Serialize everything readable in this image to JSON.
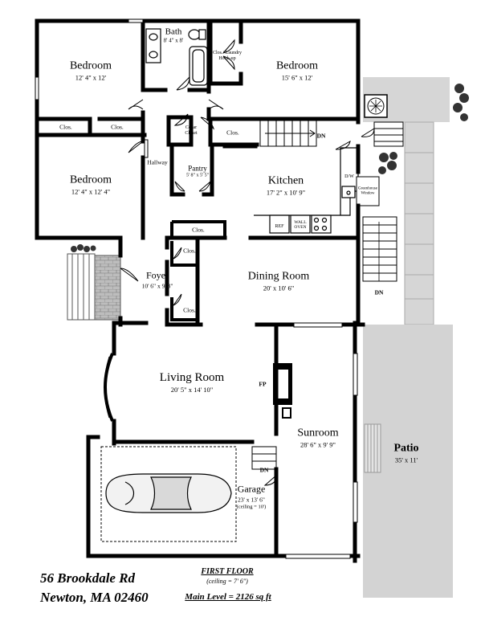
{
  "address": {
    "line1": "56 Brookdale Rd",
    "line2": "Newton, MA 02460"
  },
  "floor": {
    "title": "FIRST FLOOR",
    "ceiling": "(ceiling = 7' 6\")",
    "level": "Main Level = 2126 sq ft"
  },
  "rooms": {
    "bedroom_nw": {
      "name": "Bedroom",
      "dim": "12' 4\" x 12'"
    },
    "bedroom_ne": {
      "name": "Bedroom",
      "dim": "15' 6\" x 12'"
    },
    "bedroom_w": {
      "name": "Bedroom",
      "dim": "12' 4\" x 12' 4\""
    },
    "bath": {
      "name": "Bath",
      "dim": "8' 4\" x 8'"
    },
    "laundry": {
      "name": "Clos./ Laundry Hook-up"
    },
    "kitchen": {
      "name": "Kitchen",
      "dim": "17' 2\" x 10' 9\""
    },
    "pantry": {
      "name": "Pantry",
      "dim": "5' 8\" x 5' 5\""
    },
    "cedar": {
      "name": "Cedar Closet"
    },
    "hallway": {
      "name": "Hallway"
    },
    "foyer": {
      "name": "Foyer",
      "dim": "10' 6\" x 9' 3\""
    },
    "dining": {
      "name": "Dining Room",
      "dim": "20' x 10' 6\""
    },
    "living": {
      "name": "Living Room",
      "dim": "20' 5\" x 14' 10\""
    },
    "sunroom": {
      "name": "Sunroom",
      "dim": "28' 6\" x 9' 9\""
    },
    "garage": {
      "name": "Garage",
      "dim": "23' x 13' 6\"",
      "ceiling": "(ceiling = 10')"
    },
    "patio": {
      "name": "Patio",
      "dim": "35' x 11'"
    }
  },
  "fixtures": {
    "clos": "Clos.",
    "dn": "DN",
    "fp": "FP",
    "ref": "REF",
    "wall_oven": "WALL OVEN",
    "dw": "D/W",
    "greenhouse": "Greenhouse Window"
  }
}
